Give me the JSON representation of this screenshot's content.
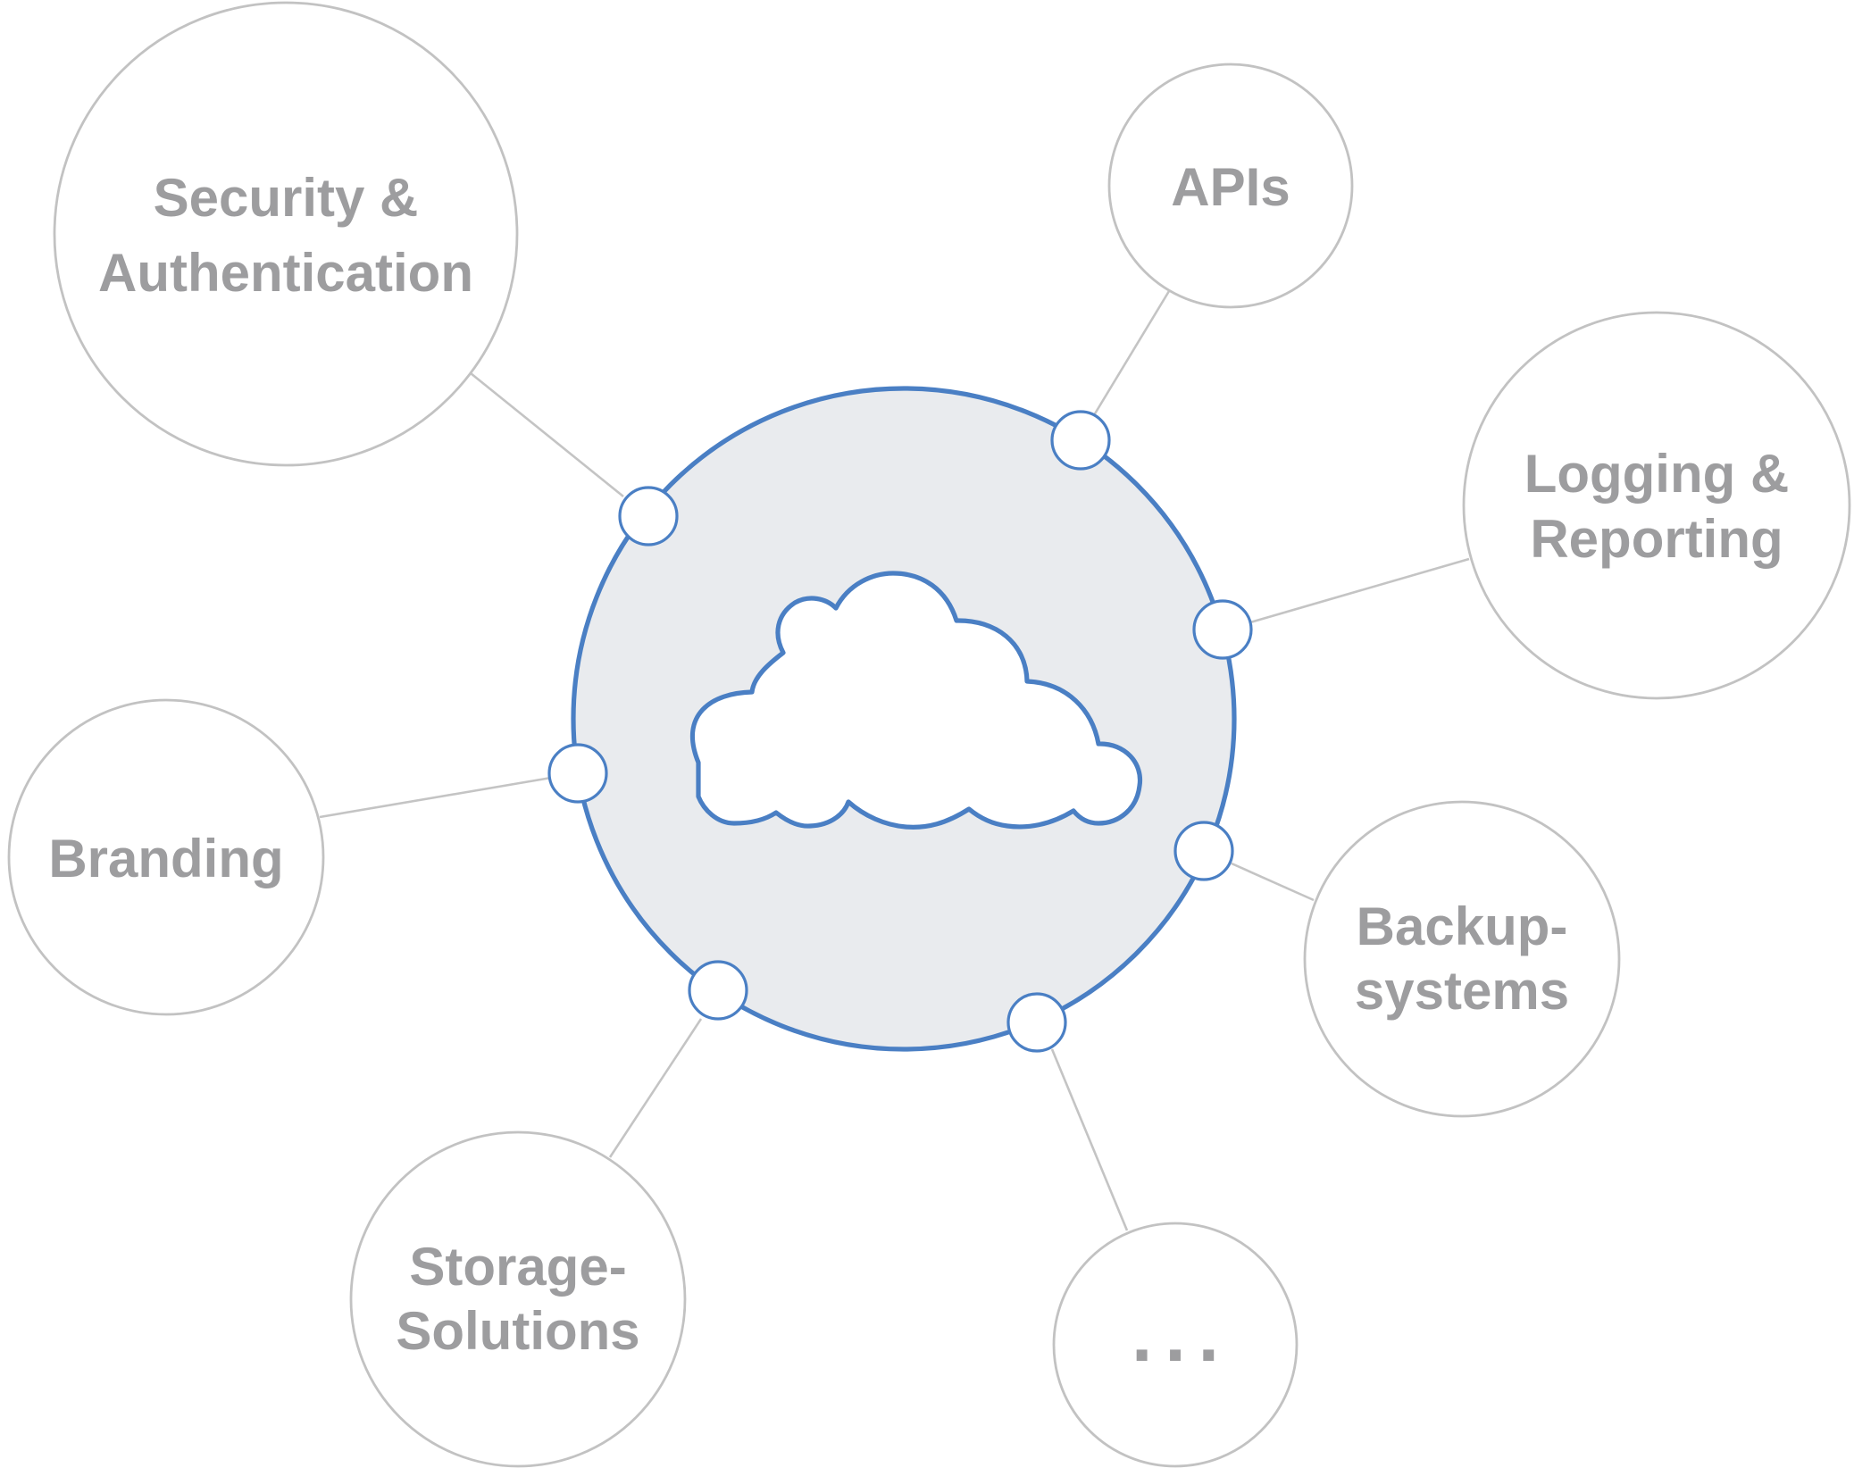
{
  "diagram": {
    "hub": {
      "icon": "cloud-icon"
    },
    "nodes": [
      {
        "id": "security",
        "lines": [
          "Security &",
          "Authentication"
        ]
      },
      {
        "id": "apis",
        "lines": [
          "APIs"
        ]
      },
      {
        "id": "logging",
        "lines": [
          "Logging &",
          "Reporting"
        ]
      },
      {
        "id": "branding",
        "lines": [
          "Branding"
        ]
      },
      {
        "id": "backup",
        "lines": [
          "Backup-",
          "systems"
        ]
      },
      {
        "id": "storage",
        "lines": [
          "Storage-",
          "Solutions"
        ]
      },
      {
        "id": "more",
        "lines": [
          "..."
        ]
      }
    ]
  },
  "colors": {
    "hub_fill": "#e9ebee",
    "accent_blue": "#4a7fc4",
    "node_stroke": "#c2c2c2",
    "label_gray": "#9d9d9f"
  }
}
